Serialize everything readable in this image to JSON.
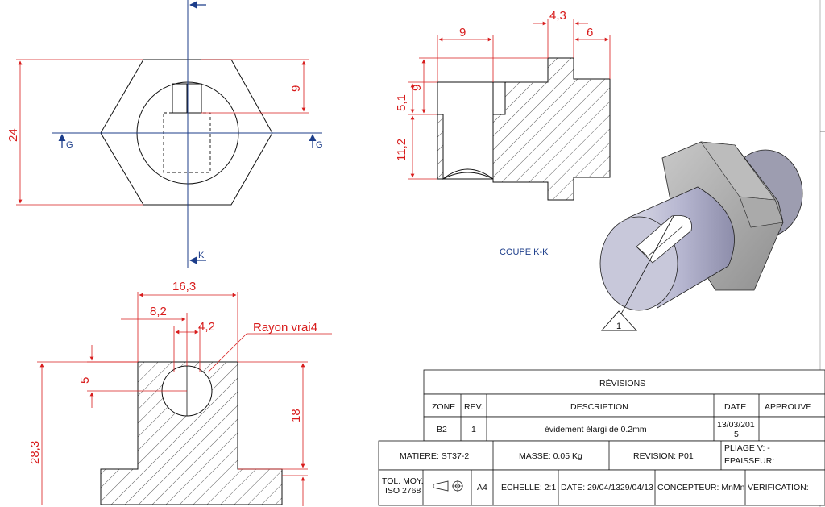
{
  "dims": {
    "top_width": "24",
    "top_slot": "9",
    "sec_length": "9",
    "sec_flange": "4,3",
    "sec_flange2": "6",
    "sec_5_1": "5,1",
    "sec_9": "9",
    "sec_11_2": "11,2",
    "bot_16_3": "16,3",
    "bot_8_2": "8,2",
    "bot_4_2": "4,2",
    "bot_5": "5",
    "bot_18": "18",
    "bot_28_3": "28,3",
    "rayon_note": "Rayon vrai4"
  },
  "section_markers": {
    "g_left": "G",
    "g_right": "G",
    "k_bottom": "K"
  },
  "section_caption": "COUPE K-K",
  "balloon": "1",
  "revisions": {
    "title": "RÉVISIONS",
    "headers": [
      "ZONE",
      "REV.",
      "DESCRIPTION",
      "DATE",
      "APPROUVE"
    ],
    "row": {
      "zone": "B2",
      "rev": "1",
      "description": "évidement élargi de 0.2mm",
      "date_line1": "13/03/201",
      "date_line2": "5",
      "approuve": ""
    }
  },
  "title_block": {
    "matiere": "MATIERE: ST37-2",
    "masse": "MASSE: 0.05 Kg",
    "revision": "REVISION: P01",
    "pliage": "PLIAGE V: -",
    "epaisseur": "EPAISSEUR:",
    "tol_line1": "TOL. MOY.",
    "tol_line2": "ISO 2768",
    "format": "A4",
    "echelle": "ECHELLE: 2:1",
    "date": "DATE: 29/04/1329/04/13",
    "concepteur": "CONCEPTEUR: MnMn",
    "verification": "VERIFICATION:"
  },
  "colors": {
    "dimension": "#d81c1c",
    "section_line": "#1c3d8a",
    "outline": "#111111",
    "part_shade": "#b9b9cf"
  }
}
